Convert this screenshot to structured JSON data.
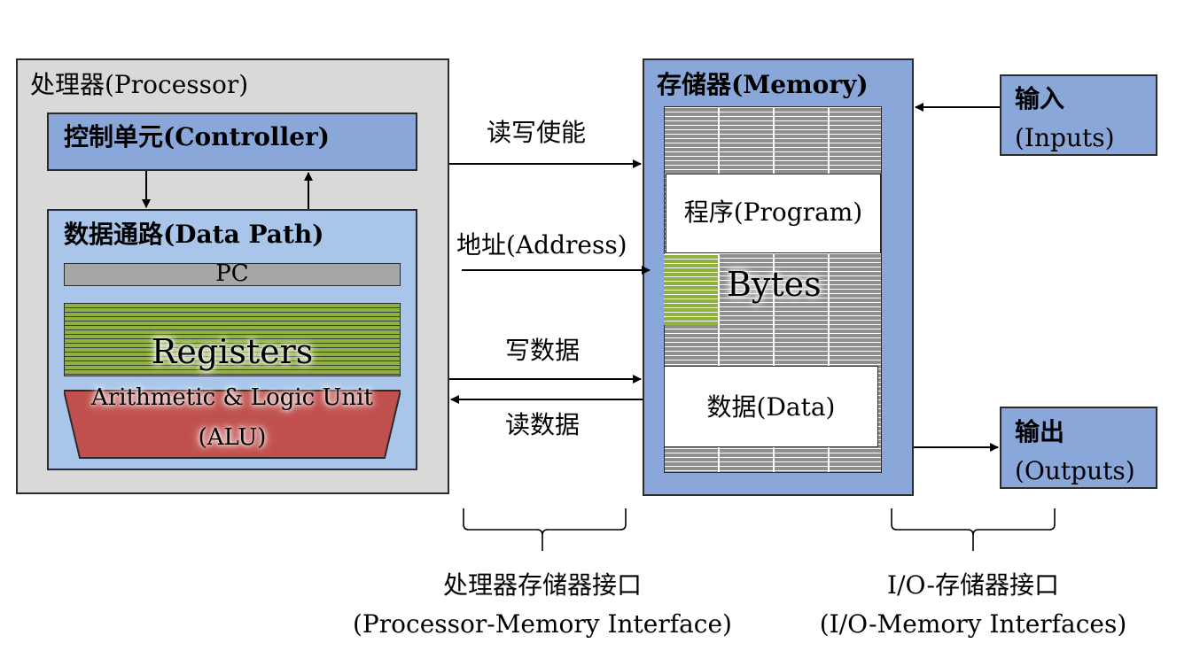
{
  "processor": {
    "title": "处理器(Processor)",
    "controller_label": "控制单元(Controller)",
    "datapath_label": "数据通路(Data Path)",
    "pc_label": "PC",
    "registers_label": "Registers",
    "alu_line1": "Arithmetic & Logic Unit",
    "alu_line2": "(ALU)"
  },
  "memory": {
    "title": "存储器(Memory)",
    "program_label": "程序(Program)",
    "bytes_label": "Bytes",
    "data_label": "数据(Data)"
  },
  "io": {
    "inputs_line1": "输入",
    "inputs_line2": "(Inputs)",
    "outputs_line1": "输出",
    "outputs_line2": "(Outputs)"
  },
  "signals": {
    "rw_enable": "读写使能",
    "address": "地址(Address)",
    "write_data": "写数据",
    "read_data": "读数据"
  },
  "interfaces": {
    "pm_line1": "处理器存储器接口",
    "pm_line2": "(Processor-Memory Interface)",
    "io_line1": "I/O-存储器接口",
    "io_line2": "(I/O-Memory Interfaces)"
  },
  "colors": {
    "processor_bg": "#d9d9d9",
    "controller_bg": "#8aa7d9",
    "datapath_bg": "#a9c6ea",
    "registers_green": "#8fb23e",
    "alu_red": "#c0504d",
    "memory_bg": "#8aa7d9"
  }
}
